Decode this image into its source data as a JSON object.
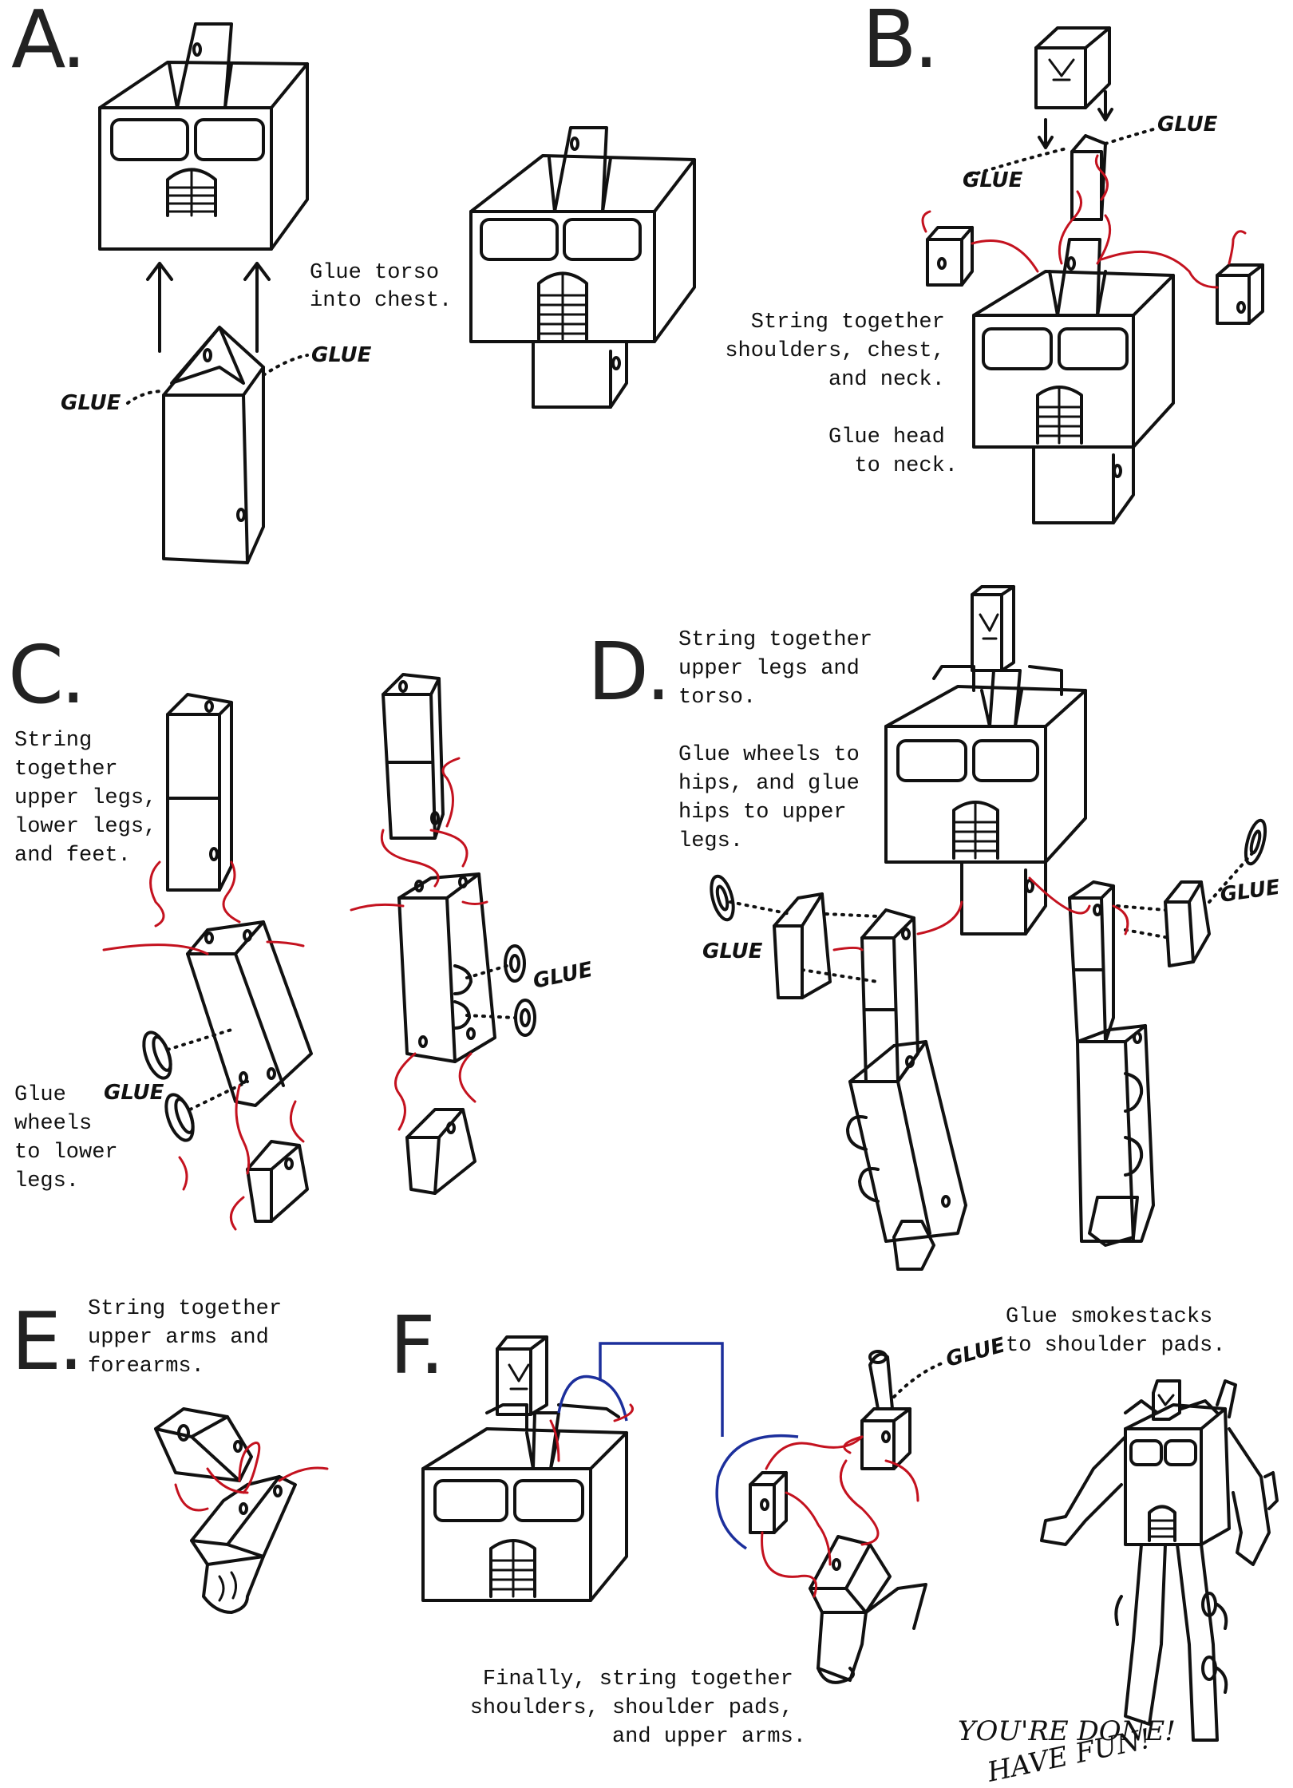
{
  "steps": {
    "a": {
      "label": "A.",
      "note": [
        "Glue torso",
        "into chest."
      ],
      "glue": [
        "GLUE",
        "GLUE"
      ]
    },
    "b": {
      "label": "B.",
      "note": [
        "String together",
        "shoulders, chest,",
        "and neck.",
        "",
        "Glue head",
        "to neck."
      ],
      "glue": [
        "GLUE",
        "GLUE"
      ]
    },
    "c": {
      "label": "C.",
      "note_top": [
        "String",
        "together",
        "upper legs,",
        "lower legs,",
        "and feet."
      ],
      "note_bottom": [
        "Glue",
        "wheels",
        "to lower",
        "legs."
      ],
      "glue": [
        "GLUE",
        "GLUE"
      ]
    },
    "d": {
      "label": "D.",
      "note": [
        "String together",
        "upper legs and",
        "torso.",
        "",
        "Glue wheels to",
        "hips, and glue",
        "hips to upper",
        "legs."
      ],
      "glue": [
        "GLUE",
        "GLUE"
      ]
    },
    "e": {
      "label": "E.",
      "note": [
        "String together",
        "upper arms and",
        "forearms."
      ]
    },
    "f": {
      "label": "F.",
      "note_top": [
        "Glue smokestacks",
        "to shoulder pads."
      ],
      "note_bottom": [
        "Finally, string together",
        "shoulders, shoulder pads,",
        "and upper arms."
      ],
      "glue": "GLUE",
      "done": [
        "YOU'RE DONE!",
        "HAVE FUN!"
      ]
    }
  },
  "colors": {
    "ink": "#111111",
    "string": "#c4121f",
    "connector": "#1c2f9c"
  }
}
